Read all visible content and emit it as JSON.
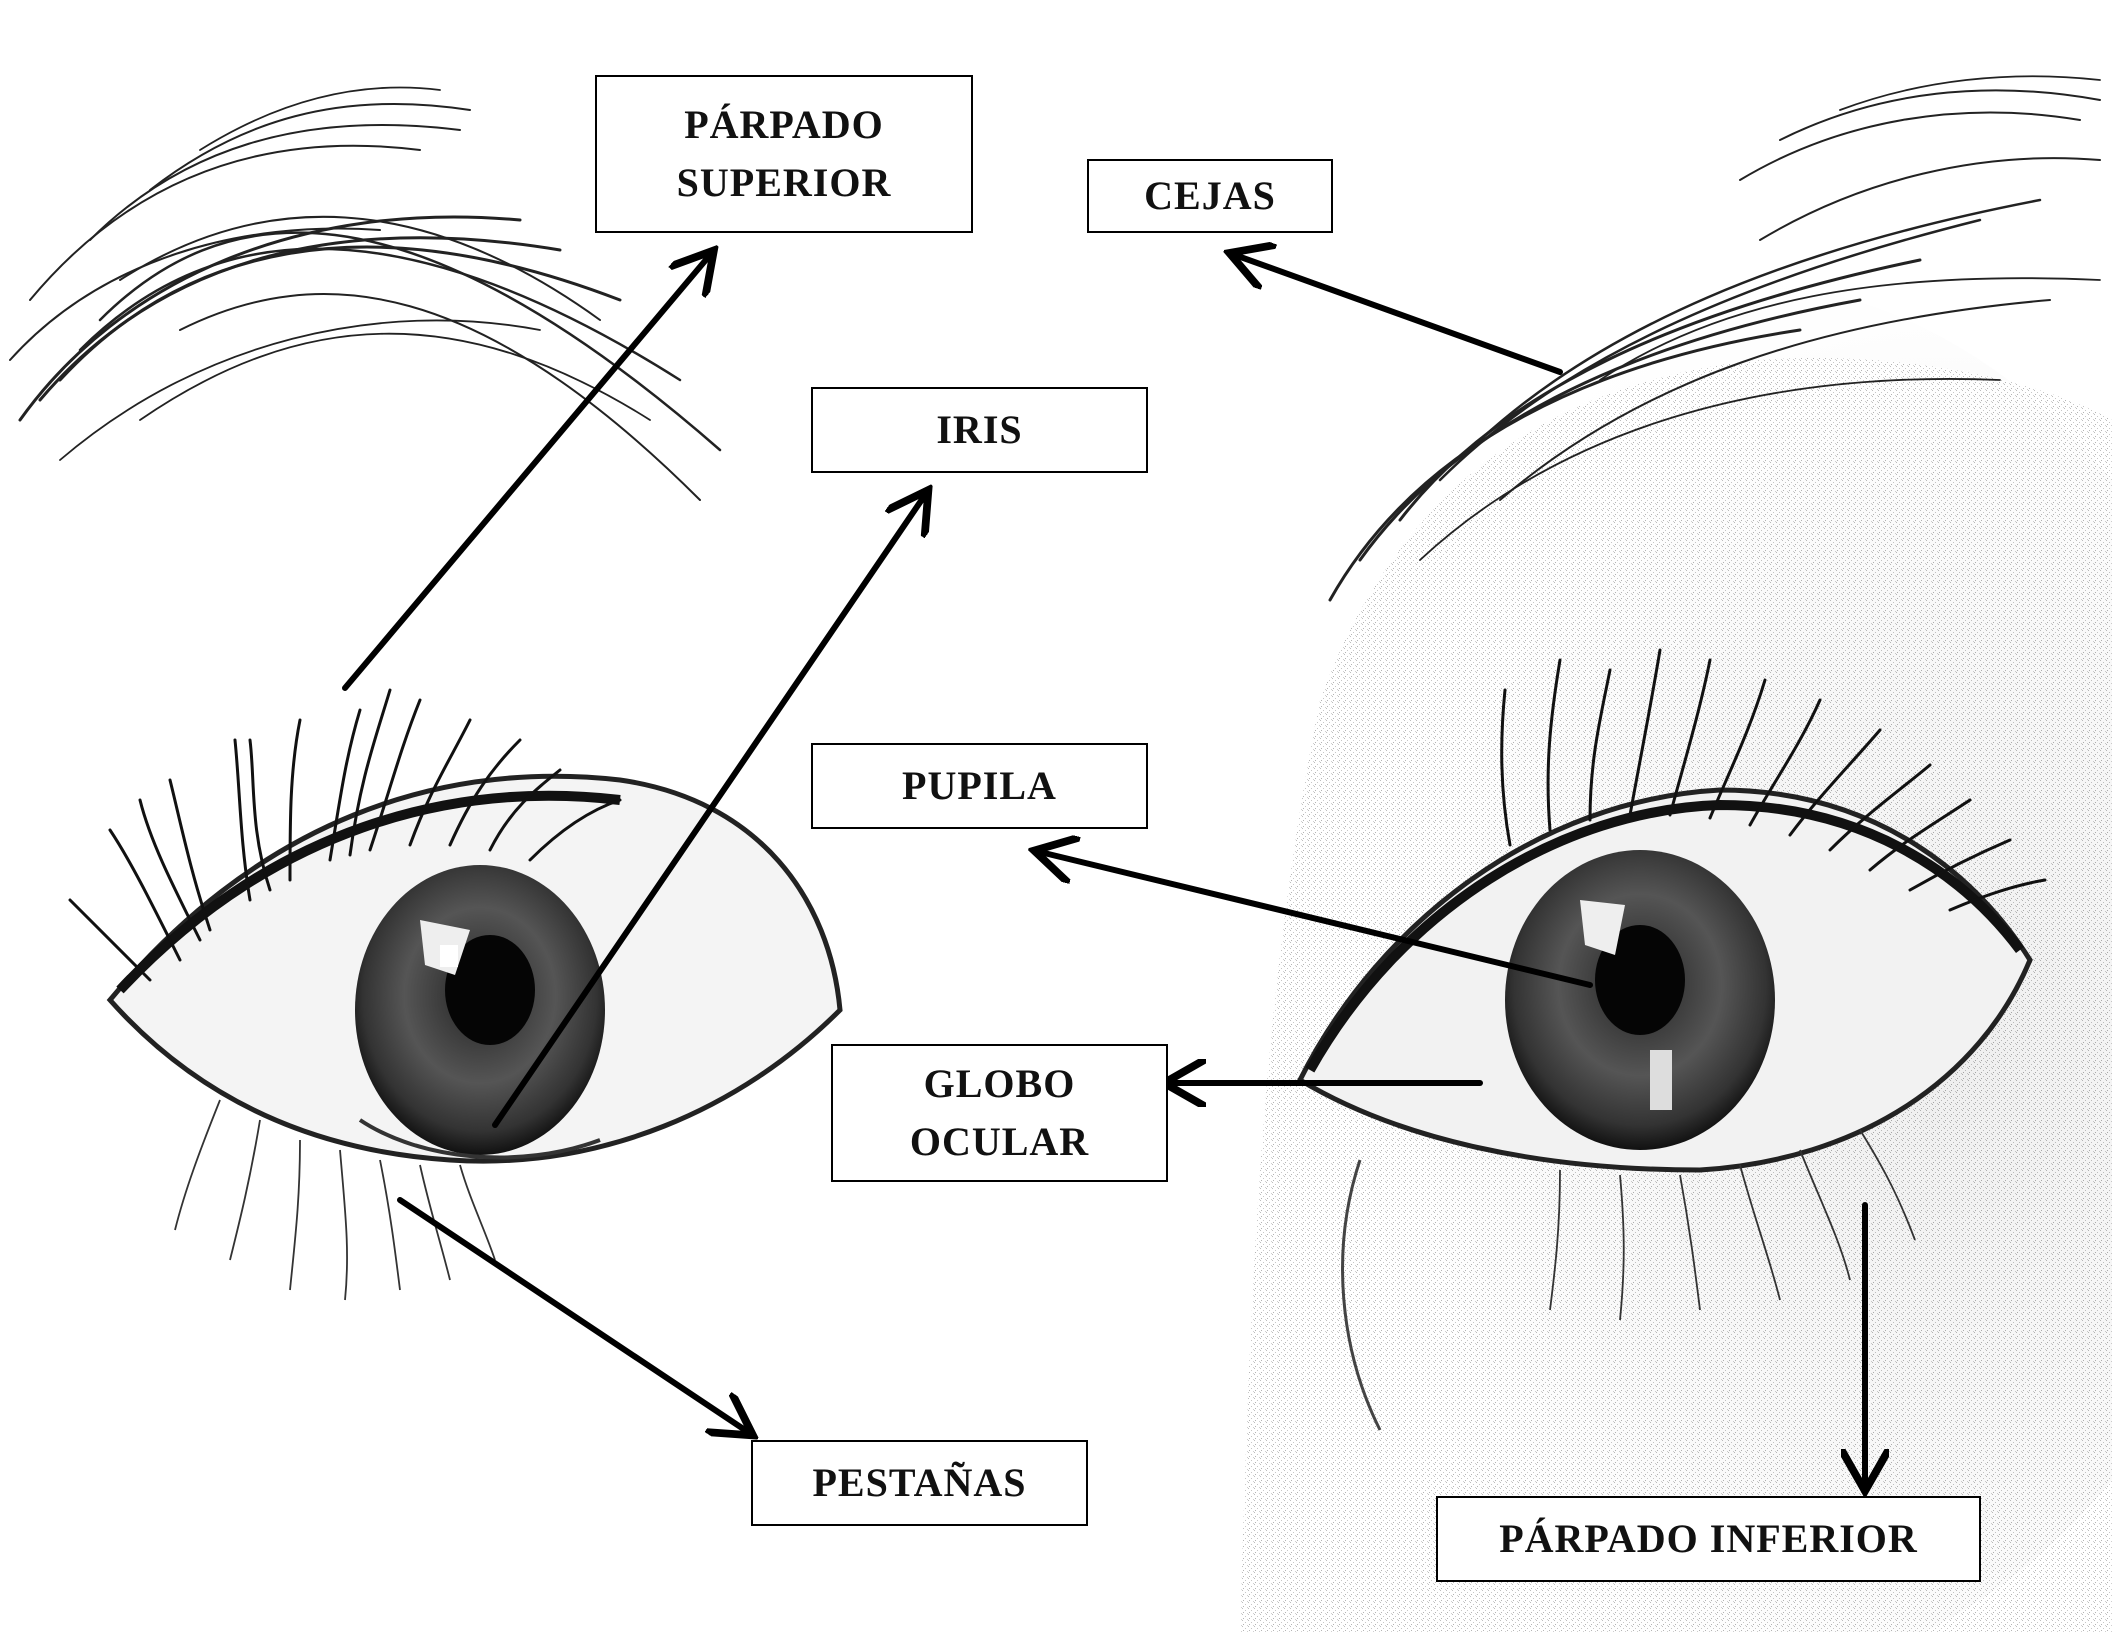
{
  "labels": {
    "parpado_superior": "PÁRPADO\nSUPERIOR",
    "cejas": "CEJAS",
    "iris": "IRIS",
    "pupila": "PUPILA",
    "globo_ocular": "GLOBO\nOCULAR",
    "pestanas": "PESTAÑAS",
    "parpado_inferior": "PÁRPADO INFERIOR"
  },
  "colors": {
    "ink": "#111111",
    "arrow": "#000000",
    "background": "#ffffff"
  }
}
